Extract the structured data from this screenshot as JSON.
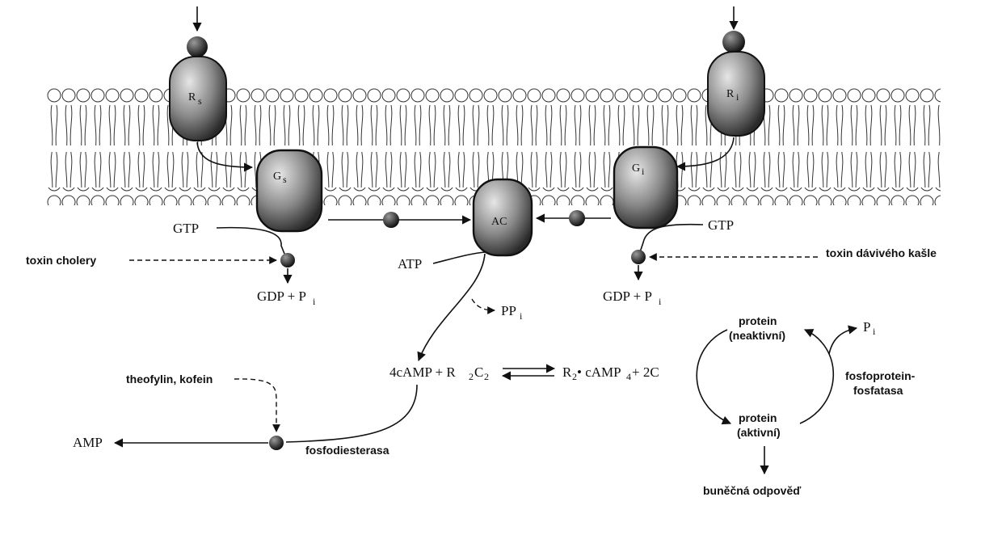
{
  "receptors": {
    "left": "R",
    "left_sub": "s",
    "right": "R",
    "right_sub": "i"
  },
  "gproteins": {
    "left": "G",
    "left_sub": "s",
    "right": "G",
    "right_sub": "i"
  },
  "enzyme": {
    "label": "AC"
  },
  "labels": {
    "gtp_left": "GTP",
    "gtp_right": "GTP",
    "atp": "ATP",
    "gdp_left": "GDP + P",
    "gdp_left_sub": "i",
    "gdp_right": "GDP + P",
    "gdp_right_sub": "i",
    "ppi": "PP",
    "ppi_sub": "i",
    "toxin_cholera": "toxin cholery",
    "toxin_pertussis": "toxin dávivého kašle",
    "camp_eq_left": "4cAMP  +  R",
    "camp_eq_sub1": "2",
    "camp_eq_c": "C",
    "camp_eq_sub2": "2",
    "camp_eq_right": "R",
    "camp_eq_sub3": "2",
    "camp_eq_right2": " • cAMP",
    "camp_eq_sub4": "4",
    "camp_eq_right3": " + 2C",
    "theophylline": "theofylin, kofein",
    "amp": "AMP",
    "phosphodiesterase": "fosfodiesterasa",
    "protein_inactive_1": "protein",
    "protein_inactive_2": "(neaktivní)",
    "protein_active_1": "protein",
    "protein_active_2": "(aktivní)",
    "pi_right": "P",
    "pi_right_sub": "i",
    "phosphatase_1": "fosfoprotein-",
    "phosphatase_2": "fosfatasa",
    "cell_response": "buněčná odpověď"
  }
}
